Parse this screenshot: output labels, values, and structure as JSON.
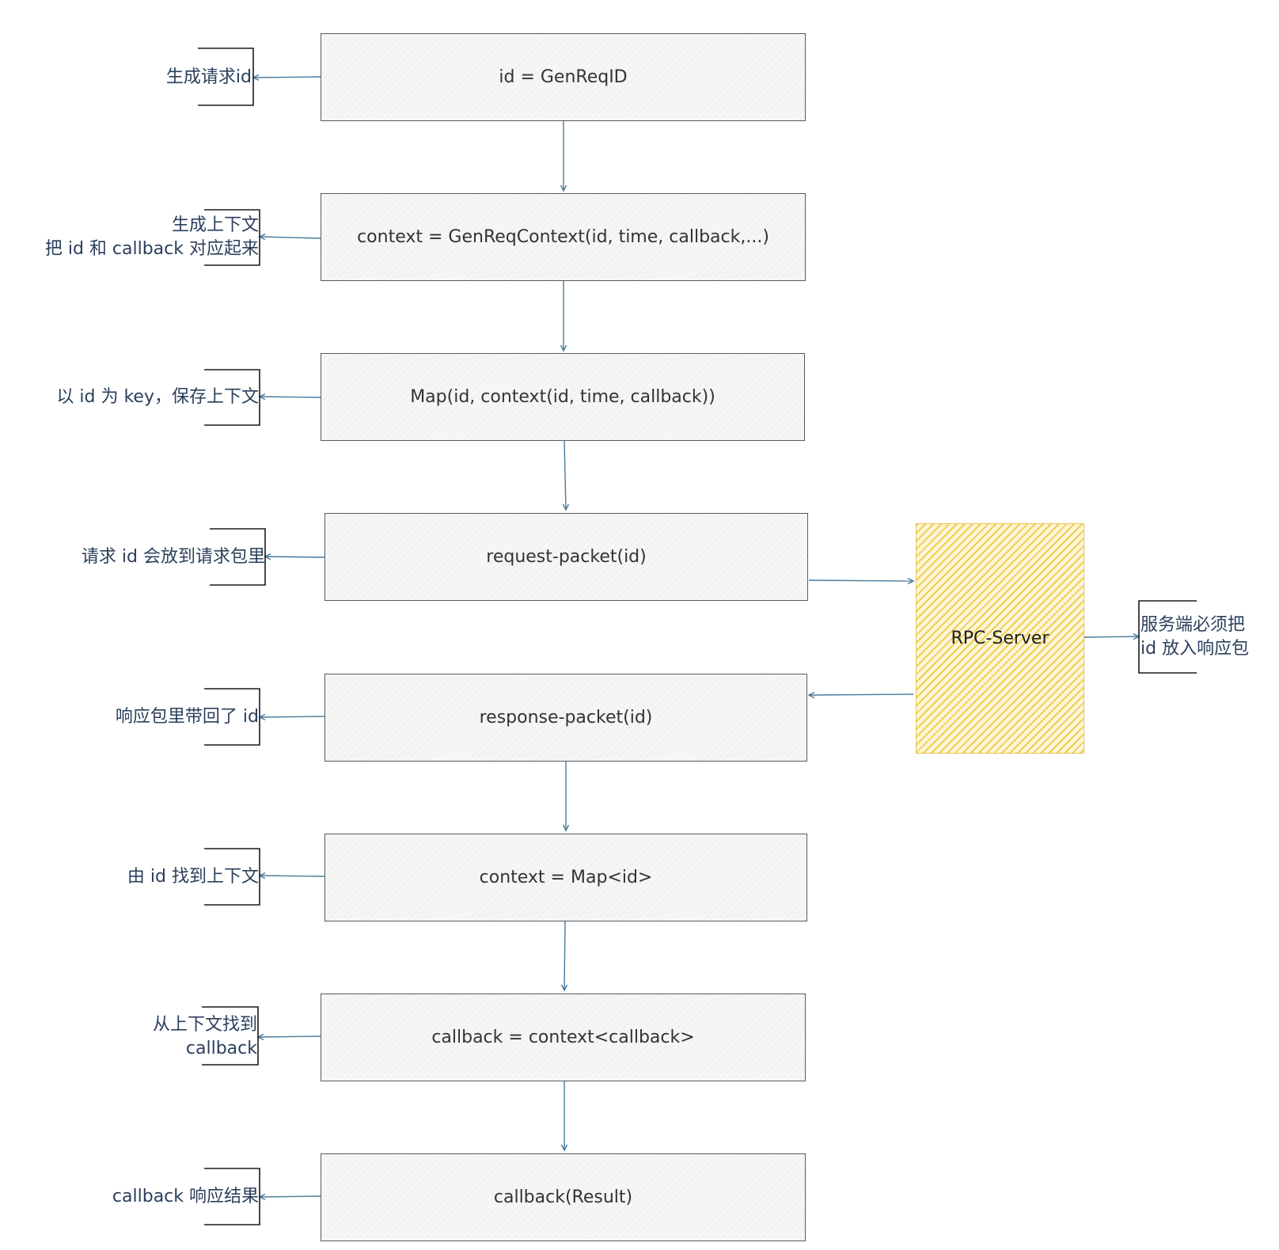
{
  "steps": [
    {
      "label": "id = GenReqID",
      "note": "生成请求id"
    },
    {
      "label": "context = GenReqContext(id, time, callback,...)",
      "note": "生成上下文\n把 id 和 callback 对应起来"
    },
    {
      "label": "Map(id, context(id, time, callback))",
      "note": "以 id 为 key，保存上下文"
    },
    {
      "label": "request-packet(id)",
      "note": "请求 id 会放到请求包里"
    },
    {
      "label": "response-packet(id)",
      "note": "响应包里带回了 id"
    },
    {
      "label": "context = Map<id>",
      "note": "由 id 找到上下文"
    },
    {
      "label": "callback = context<callback>",
      "note": "从上下文找到\ncallback"
    },
    {
      "label": "callback(Result)",
      "note": "callback 响应结果"
    }
  ],
  "server": {
    "label": "RPC-Server",
    "note": "服务端必须把\nid 放入响应包"
  },
  "colors": {
    "arrow": "#4a7a9c",
    "note_text": "#2b3f5c",
    "box_border": "#5a5a5a",
    "server_fill": "#eec63c"
  }
}
